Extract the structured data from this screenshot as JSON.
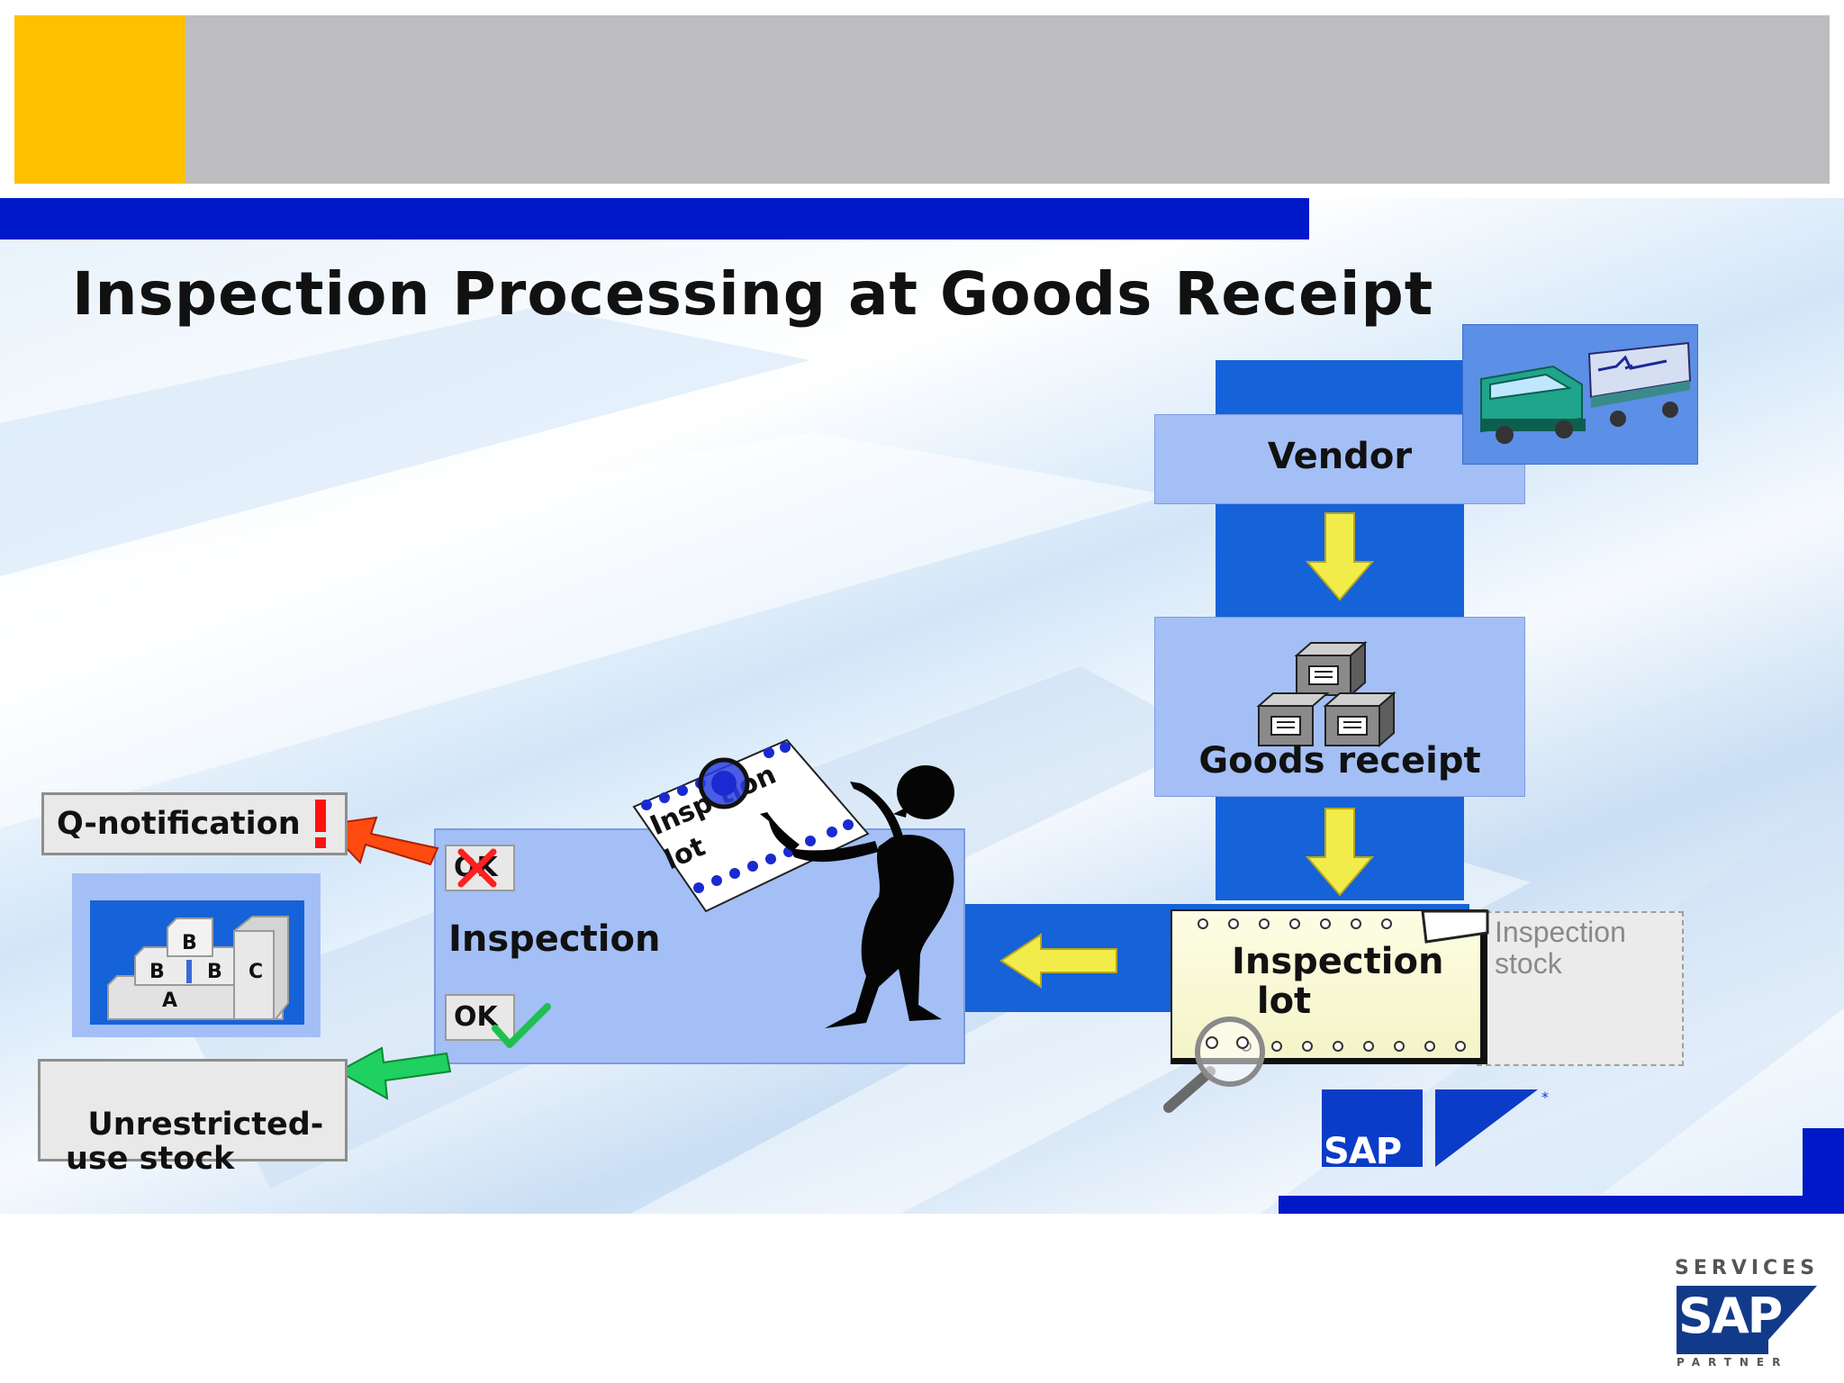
{
  "slide": {
    "title": "Inspection Processing at Goods Receipt",
    "colors": {
      "header_yellow": "#ffc000",
      "header_gray": "#bdbdbf",
      "bar_blue": "#0019c8",
      "flow_blue": "#1662d8",
      "box_light_blue": "#a3bff5",
      "arrow_yellow": "#f2ec4a",
      "arrow_red": "#ff4000",
      "arrow_green": "#00c850"
    }
  },
  "flow": {
    "vendor": "Vendor",
    "goods_receipt": "Goods receipt",
    "inspection_lot": "Inspection\n  lot",
    "inspection_stock": "Inspection\nstock",
    "inspection": "Inspection",
    "ok_chip": "OK",
    "nok_chip": "OK"
  },
  "outcomes": {
    "q_notification": "Q-notification",
    "unrestricted_stock": "Unrestricted-\nuse stock"
  },
  "paper": {
    "text_line1": "Insp  tion",
    "text_line2": "lot"
  },
  "stock_blocks": {
    "labels": [
      "B",
      "B",
      "B",
      "C",
      "A"
    ]
  },
  "logos": {
    "sap": "SAP",
    "services": "SERVICES",
    "partner": "PARTNER"
  },
  "icons": [
    "truck-icon",
    "boxes-icon",
    "magnifier-icon",
    "inspector-figure-icon",
    "check-icon",
    "cross-icon",
    "exclamation-icon"
  ]
}
